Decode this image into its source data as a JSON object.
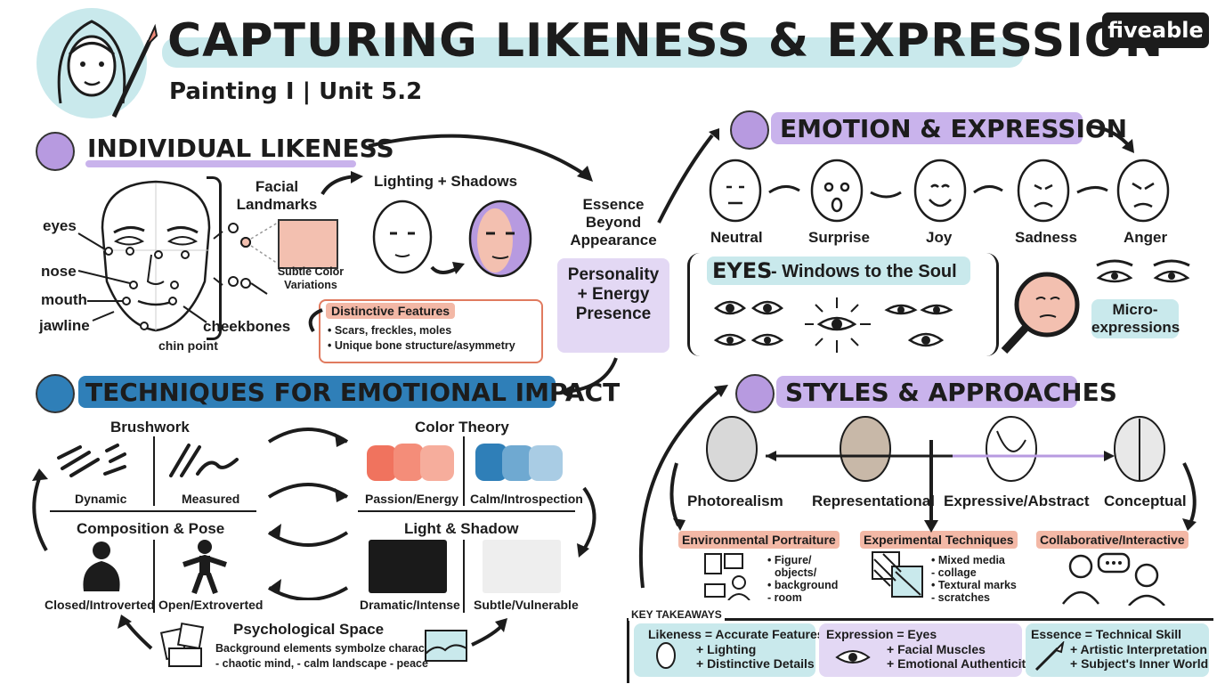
{
  "header": {
    "title": "CAPTURING LIKENESS & EXPRESSION",
    "subtitle": "Painting I | Unit 5.2",
    "logo": "fiveable"
  },
  "likeness": {
    "heading": "INDIVIDUAL LIKENESS",
    "face_labels": [
      "eyes",
      "nose",
      "mouth",
      "jawline",
      "chin point",
      "cheekbones"
    ],
    "landmarks": "Facial Landmarks",
    "color_var": "Subtle Color Variations",
    "lighting": "Lighting + Shadows",
    "distinctive_title": "Distinctive Features",
    "distinctive_items": [
      "• Scars, freckles, moles",
      "• Unique bone structure/asymmetry"
    ]
  },
  "essence": {
    "title": "Essence Beyond Appearance",
    "box": "Personality + Energy Presence"
  },
  "emotion": {
    "heading": "EMOTION & EXPRESSION",
    "faces": [
      "Neutral",
      "Surprise",
      "Joy",
      "Sadness",
      "Anger"
    ],
    "eyes_title": "EYES",
    "eyes_sub": "- Windows to the Soul",
    "micro": "Micro-expressions"
  },
  "techniques": {
    "heading": "TECHNIQUES FOR EMOTIONAL IMPACT",
    "brushwork": "Brushwork",
    "dynamic": "Dynamic",
    "measured": "Measured",
    "color_theory": "Color Theory",
    "passion": "Passion/Energy",
    "calm": "Calm/Introspection",
    "composition": "Composition & Pose",
    "closed": "Closed/Introverted",
    "open": "Open/Extroverted",
    "light_shadow": "Light & Shadow",
    "dramatic": "Dramatic/Intense",
    "subtle": "Subtle/Vulnerable",
    "psych_title": "Psychological Space",
    "psych_l1": "Background elements symbolze character",
    "psych_l2": "- chaotic mind, - calm landscape - peace"
  },
  "styles": {
    "heading": "STYLES & APPROACHES",
    "items": [
      "Photorealism",
      "Representational",
      "Expressive/Abstract",
      "Conceptual"
    ],
    "env_title": "Environmental Portraiture",
    "env_items": [
      "• Figure/",
      "objects/",
      "• background",
      "- room"
    ],
    "exp_title": "Experimental Techniques",
    "exp_items": [
      "• Mixed media",
      "- collage",
      "• Textural marks",
      "- scratches"
    ],
    "collab_title": "Collaborative/Interactive"
  },
  "takeaways": {
    "label": "KEY TAKEAWAYS",
    "panels": [
      {
        "lines": [
          "Likeness = Accurate Features",
          "+ Lighting",
          "+ Distinctive Details"
        ]
      },
      {
        "lines": [
          "Expression = Eyes",
          "+ Facial Muscles",
          "+ Emotional Authenticity"
        ]
      },
      {
        "lines": [
          "Essence = Technical Skill",
          "+ Artistic Interpretation",
          "+ Subject's Inner World"
        ]
      }
    ]
  },
  "colors": {
    "purple": "#c9b3ec",
    "teal": "#c9e9ec",
    "blue": "#2f7fb8",
    "salmon": "#f3b8a6",
    "orange": "#e07a5f"
  }
}
